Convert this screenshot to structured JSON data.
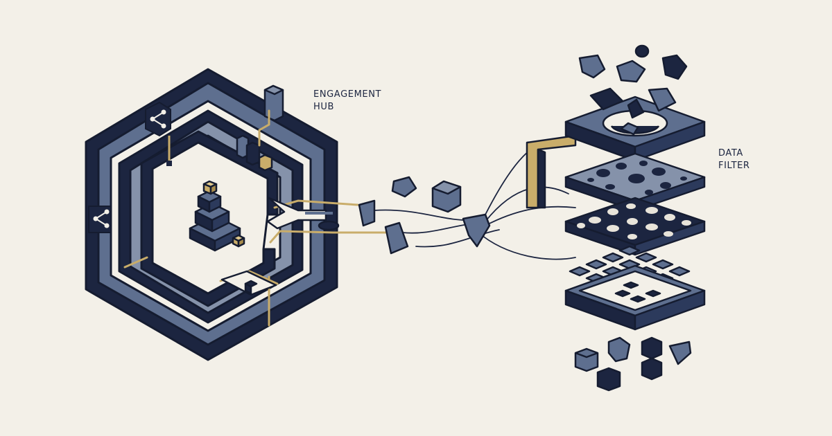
{
  "labels": {
    "hub_line1": "ENGAGEMENT",
    "hub_line2": "HUB",
    "filter_line1": "DATA",
    "filter_line2": "FILTER"
  },
  "colors": {
    "background": "#f3f0e8",
    "navy": "#1c2540",
    "slate": "#5e6f8f",
    "slate_light": "#8592aa",
    "gold": "#c9ad6a",
    "outline": "#151c30"
  },
  "icons": [
    "share-icon"
  ]
}
